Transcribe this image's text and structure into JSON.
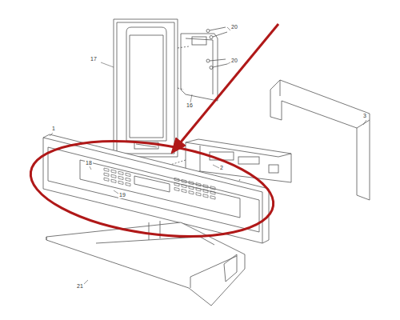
{
  "diagram": {
    "labels": [
      "17",
      "20",
      "20",
      "16",
      "18",
      "19",
      "1",
      "2",
      "3",
      "21"
    ]
  }
}
